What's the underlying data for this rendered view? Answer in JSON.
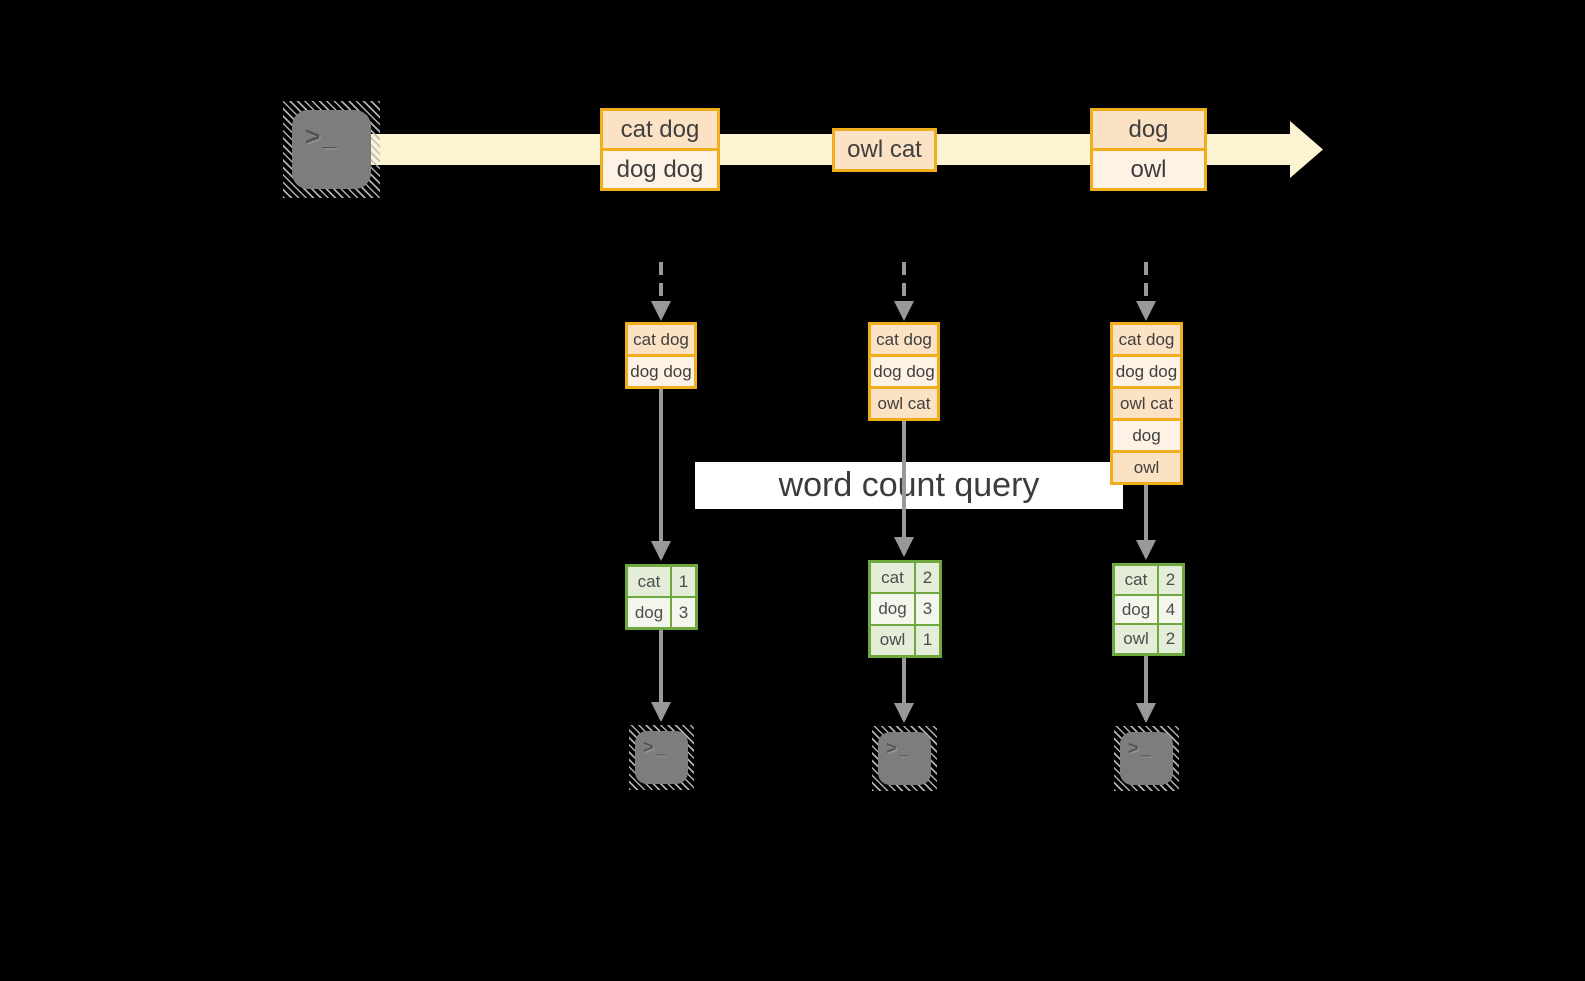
{
  "query_label": "word count query",
  "terminal": {
    "prompt_glyph": ">_"
  },
  "stream": {
    "events": [
      {
        "messages": [
          "cat dog",
          "dog dog"
        ]
      },
      {
        "messages": [
          "owl cat"
        ]
      },
      {
        "messages": [
          "dog",
          "owl"
        ]
      }
    ]
  },
  "columns": [
    {
      "buffer": [
        "cat dog",
        "dog dog"
      ],
      "counts": [
        {
          "word": "cat",
          "count": "1"
        },
        {
          "word": "dog",
          "count": "3"
        }
      ]
    },
    {
      "buffer": [
        "cat dog",
        "dog dog",
        "owl cat"
      ],
      "counts": [
        {
          "word": "cat",
          "count": "2"
        },
        {
          "word": "dog",
          "count": "3"
        },
        {
          "word": "owl",
          "count": "1"
        }
      ]
    },
    {
      "buffer": [
        "cat dog",
        "dog dog",
        "owl cat",
        "dog",
        "owl"
      ],
      "counts": [
        {
          "word": "cat",
          "count": "2"
        },
        {
          "word": "dog",
          "count": "4"
        },
        {
          "word": "owl",
          "count": "2"
        }
      ]
    }
  ],
  "colors": {
    "background": "#000000",
    "band": "#fcf3d2",
    "orange_border": "#f0ae1c",
    "peach_fill": "#fbe2c4",
    "cream_fill": "#fdf2e3",
    "green_border": "#6fa83f",
    "green_row_odd": "#e4edd8",
    "green_row_even": "#f2f6ec",
    "arrow_gray": "#999999",
    "terminal_gray": "#7d7d7d",
    "label_bg": "#ffffff",
    "text": "#3f3f3f"
  }
}
